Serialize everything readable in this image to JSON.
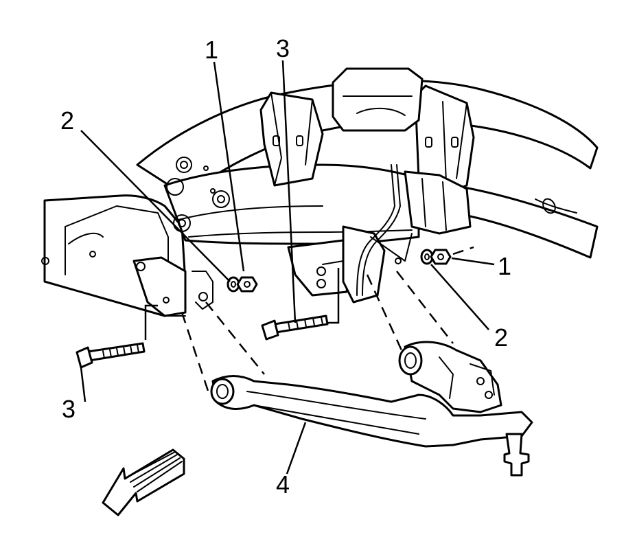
{
  "callouts": {
    "c1_left": "1",
    "c1_right": "1",
    "c2_left": "2",
    "c2_right": "2",
    "c3_top": "3",
    "c3_left": "3",
    "c4": "4"
  },
  "parts": {
    "nut": "nut-icon",
    "washer": "washer-icon",
    "bolt": "bolt-icon",
    "control_arm": "lower-control-arm",
    "frame": "vehicle-frame",
    "arrow": "front-direction-arrow"
  }
}
